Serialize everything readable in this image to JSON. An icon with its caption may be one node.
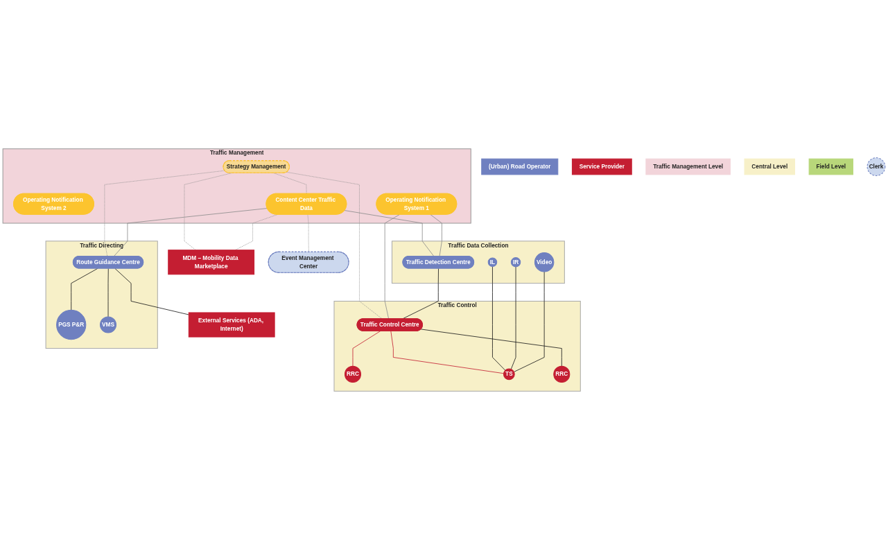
{
  "diagram": {
    "nodes": [
      {
        "text": [
          "(Urban) Road Operator"
        ]
      },
      {
        "text": [
          "Service Provider"
        ]
      },
      {
        "text": [
          "Traffic Management Level"
        ]
      },
      {
        "text": [
          "Traffic Management"
        ]
      },
      {
        "text": [
          "Strategy Management"
        ],
        "in": 3
      },
      {
        "text": [
          "Content Center Traffic Data"
        ],
        "in": 3
      },
      {
        "text": [
          "Operating Notification System 1"
        ],
        "in": 3
      },
      {
        "text": [
          "Operating Notification System 2"
        ],
        "in": 3
      },
      {
        "text": [
          "MDM – Mobility Data Marketplace"
        ]
      },
      {
        "text": [
          "External Services (ADA, Internet)"
        ]
      },
      {
        "text": [
          "Central Level"
        ]
      },
      {
        "text": [
          "Traffic Data Collection"
        ]
      },
      {
        "text": [
          "Traffic Control"
        ]
      },
      {
        "text": [
          "Traffic Directing"
        ]
      },
      {
        "text": [
          "Event Management Center"
        ]
      },
      {
        "text": [
          "Traffic Detection Centre"
        ],
        "in": 11
      },
      {
        "text": [
          "Traffic Control Centre"
        ],
        "in": 12
      },
      {
        "text": [
          "Route Guidance Centre"
        ],
        "in": 13
      },
      {
        "text": [
          "Field Level"
        ]
      },
      {
        "text": [
          "Clerk"
        ]
      },
      {
        "text": [
          "IL"
        ],
        "in": 11
      },
      {
        "text": [
          "IR"
        ],
        "in": 11
      },
      {
        "text": [
          "Video"
        ],
        "in": 11
      },
      {
        "text": [
          "RRC"
        ],
        "in": 12
      },
      {
        "text": [
          "TS"
        ],
        "in": 12
      },
      {
        "text": [
          "RRC"
        ],
        "in": 12
      },
      {
        "text": [
          "PGS P&R"
        ],
        "in": 13
      },
      {
        "text": [
          "VMS"
        ],
        "in": 13
      }
    ],
    "edges": [
      {
        "from": 4,
        "to": 5,
        "arrow": "none",
        "style": "dashed"
      },
      {
        "from": 4,
        "to": 16,
        "arrow": "none",
        "style": "dashed"
      },
      {
        "from": 4,
        "to": 8,
        "arrow": "none",
        "style": "dashed"
      },
      {
        "from": 4,
        "to": 17,
        "arrow": "none",
        "style": "dashed"
      },
      {
        "from": 5,
        "to": 8,
        "arrow": "none",
        "style": "dashed"
      },
      {
        "from": 5,
        "to": 14,
        "arrow": "none",
        "style": "dashed"
      },
      {
        "from": 5,
        "to": 15,
        "arrow": "none"
      },
      {
        "from": 5,
        "to": 17,
        "arrow": "none"
      },
      {
        "from": 6,
        "to": 15,
        "arrow": "none"
      },
      {
        "from": 6,
        "to": 16,
        "arrow": "none"
      },
      {
        "from": 15,
        "to": 16,
        "arrow": "none",
        "color": "#1a1a1a"
      },
      {
        "from": 17,
        "to": 9,
        "arrow": "none",
        "color": "#1a1a1a"
      },
      {
        "from": 16,
        "to": 23,
        "arrow": "none",
        "color": "#c41e32"
      },
      {
        "from": 16,
        "to": 24,
        "arrow": "none",
        "color": "#c41e32"
      },
      {
        "from": 16,
        "to": 25,
        "arrow": "none",
        "color": "#1a1a1a"
      },
      {
        "from": 17,
        "to": 26,
        "arrow": "none",
        "color": "#1a1a1a"
      },
      {
        "from": 17,
        "to": 27,
        "arrow": "none",
        "color": "#1a1a1a"
      },
      {
        "from": 20,
        "to": 24,
        "arrow": "none",
        "color": "#1a1a1a"
      },
      {
        "from": 21,
        "to": 24,
        "arrow": "none",
        "color": "#1a1a1a"
      },
      {
        "from": 22,
        "to": 24,
        "arrow": "none",
        "color": "#1a1a1a"
      }
    ]
  }
}
